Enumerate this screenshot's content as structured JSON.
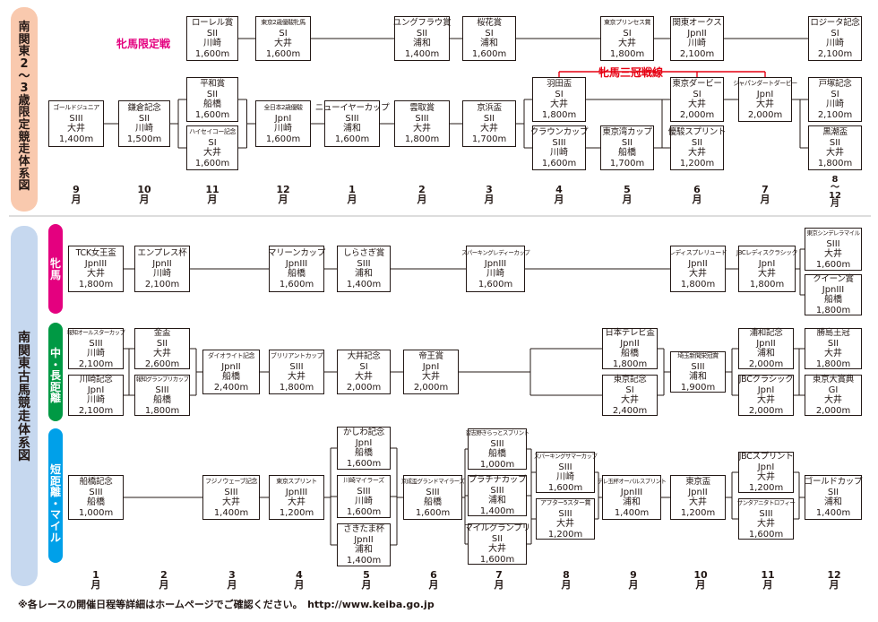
{
  "titles": {
    "upper": "南関東2～3歳限定競走体系図",
    "lower": "南関東古馬競走体系図"
  },
  "colors": {
    "upper_bar": "#f9c9ae",
    "lower_bar": "#c6d8ef",
    "hinba": "#e4007f",
    "chucho": "#009944",
    "tankyori": "#00a0e9",
    "red_note": "#e60012"
  },
  "notes": {
    "hinba_limited": "牝馬限定戦",
    "triple_crown": "牝馬三冠戦線"
  },
  "categories": {
    "hinba": "牝馬",
    "chucho": "中・長距離",
    "tankyori": "短距離・マイル"
  },
  "months_upper": [
    "9月",
    "10月",
    "11月",
    "12月",
    "1月",
    "2月",
    "3月",
    "4月",
    "5月",
    "6月",
    "7月",
    "8～12月"
  ],
  "months_lower": [
    "1月",
    "2月",
    "3月",
    "4月",
    "5月",
    "6月",
    "7月",
    "8月",
    "9月",
    "10月",
    "11月",
    "12月"
  ],
  "footer": "※各レースの開催日程等詳細はホームページでご確認ください。　http://www.keiba.go.jp",
  "races": {
    "laurel": {
      "name": "ローレル賞",
      "grade": "SII",
      "venue": "川崎",
      "dist": "1,600m"
    },
    "tokyo2sai": {
      "name": "東京2歳優駿牝馬",
      "grade": "SI",
      "venue": "大井",
      "dist": "1,600m"
    },
    "jungfrau": {
      "name": "ユングフラウ賞",
      "grade": "SII",
      "venue": "浦和",
      "dist": "1,400m"
    },
    "sakurahana": {
      "name": "桜花賞",
      "grade": "SI",
      "venue": "浦和",
      "dist": "1,600m"
    },
    "tokyoprincess": {
      "name": "東京プリンセス賞",
      "grade": "SI",
      "venue": "大井",
      "dist": "1,800m"
    },
    "kantooaks": {
      "name": "関東オークス",
      "grade": "JpnII",
      "venue": "川崎",
      "dist": "2,100m"
    },
    "rosita": {
      "name": "ロジータ記念",
      "grade": "SI",
      "venue": "川崎",
      "dist": "2,100m"
    },
    "goldjunior": {
      "name": "ゴールドジュニア",
      "grade": "SIII",
      "venue": "大井",
      "dist": "1,400m"
    },
    "kamakura": {
      "name": "鎌倉記念",
      "grade": "SII",
      "venue": "川崎",
      "dist": "1,500m"
    },
    "heiwa": {
      "name": "平和賞",
      "grade": "SII",
      "venue": "船橋",
      "dist": "1,600m"
    },
    "haiseiko": {
      "name": "ハイセイコー記念",
      "grade": "SI",
      "venue": "大井",
      "dist": "1,600m"
    },
    "zennihon2sai": {
      "name": "全日本2歳優駿",
      "grade": "JpnI",
      "venue": "川崎",
      "dist": "1,600m"
    },
    "newyear": {
      "name": "ニューイヤーカップ",
      "grade": "SIII",
      "venue": "浦和",
      "dist": "1,600m"
    },
    "unryu": {
      "name": "雲取賞",
      "grade": "SIII",
      "venue": "大井",
      "dist": "1,800m"
    },
    "keihin": {
      "name": "京浜盃",
      "grade": "SII",
      "venue": "大井",
      "dist": "1,700m"
    },
    "haneda": {
      "name": "羽田盃",
      "grade": "SI",
      "venue": "大井",
      "dist": "1,800m"
    },
    "crowncup": {
      "name": "クラウンカップ",
      "grade": "SIII",
      "venue": "川崎",
      "dist": "1,600m"
    },
    "tokyowan": {
      "name": "東京湾カップ",
      "grade": "SII",
      "venue": "船橋",
      "dist": "1,700m"
    },
    "tokyoderby": {
      "name": "東京ダービー",
      "grade": "SI",
      "venue": "大井",
      "dist": "2,000m"
    },
    "yushunsprint": {
      "name": "優駿スプリント",
      "grade": "SII",
      "venue": "大井",
      "dist": "1,200m"
    },
    "japandirtderby": {
      "name": "ジャパンダートダービー",
      "grade": "JpnI",
      "venue": "大井",
      "dist": "2,000m"
    },
    "tozuka": {
      "name": "戸塚記念",
      "grade": "SI",
      "venue": "川崎",
      "dist": "2,100m"
    },
    "kuroshio": {
      "name": "黒潮盃",
      "grade": "SII",
      "venue": "大井",
      "dist": "1,800m"
    },
    "tck": {
      "name": "TCK女王盃",
      "grade": "JpnIII",
      "venue": "大井",
      "dist": "1,800m"
    },
    "empress": {
      "name": "エンプレス杯",
      "grade": "JpnII",
      "venue": "川崎",
      "dist": "2,100m"
    },
    "marine": {
      "name": "マリーンカップ",
      "grade": "JpnIII",
      "venue": "船橋",
      "dist": "1,600m"
    },
    "shirasagi": {
      "name": "しらさぎ賞",
      "grade": "SIII",
      "venue": "浦和",
      "dist": "1,400m"
    },
    "sparkinglady": {
      "name": "スパーキングレディーカップ",
      "grade": "JpnIII",
      "venue": "川崎",
      "dist": "1,600m"
    },
    "ladiesprelude": {
      "name": "レディスプレリュード",
      "grade": "JpnII",
      "venue": "大井",
      "dist": "1,800m"
    },
    "jbcladies": {
      "name": "JBCレディスクラシック",
      "grade": "JpnI",
      "venue": "大井",
      "dist": "1,800m"
    },
    "cinderella": {
      "name": "東京シンデレラマイル",
      "grade": "SIII",
      "venue": "大井",
      "dist": "1,600m"
    },
    "queen": {
      "name": "クイーン賞",
      "grade": "JpnIII",
      "venue": "船橋",
      "dist": "1,800m"
    },
    "hochiallstar": {
      "name": "報知オールスターカップ",
      "grade": "SIII",
      "venue": "川崎",
      "dist": "2,100m"
    },
    "kawasakikinen": {
      "name": "川崎記念",
      "grade": "JpnI",
      "venue": "川崎",
      "dist": "2,100m"
    },
    "kinhai": {
      "name": "金盃",
      "grade": "SII",
      "venue": "大井",
      "dist": "2,600m"
    },
    "hochigp": {
      "name": "報知グランプリカップ",
      "grade": "SIII",
      "venue": "船橋",
      "dist": "1,800m"
    },
    "dialite": {
      "name": "ダイオライト記念",
      "grade": "JpnII",
      "venue": "船橋",
      "dist": "2,400m"
    },
    "brilliant": {
      "name": "ブリリアントカップ",
      "grade": "SIII",
      "venue": "大井",
      "dist": "1,800m"
    },
    "ooikinen": {
      "name": "大井記念",
      "grade": "SI",
      "venue": "大井",
      "dist": "2,000m"
    },
    "teiosho": {
      "name": "帝王賞",
      "grade": "JpnI",
      "venue": "大井",
      "dist": "2,000m"
    },
    "nihontv": {
      "name": "日本テレビ盃",
      "grade": "JpnII",
      "venue": "船橋",
      "dist": "1,800m"
    },
    "tokyokinen": {
      "name": "東京記念",
      "grade": "SI",
      "venue": "大井",
      "dist": "2,400m"
    },
    "saitamashinbun": {
      "name": "埼玉新聞栄冠賞",
      "grade": "SIII",
      "venue": "浦和",
      "dist": "1,900m"
    },
    "urawakinen": {
      "name": "浦和記念",
      "grade": "JpnII",
      "venue": "浦和",
      "dist": "2,000m"
    },
    "jbcclassic": {
      "name": "JBCクラシック",
      "grade": "JpnI",
      "venue": "大井",
      "dist": "2,000m"
    },
    "shoryuoukan": {
      "name": "勝島王冠",
      "grade": "SII",
      "venue": "大井",
      "dist": "1,800m"
    },
    "tokyodaishoten": {
      "name": "東京大賞典",
      "grade": "GI",
      "venue": "大井",
      "dist": "2,000m"
    },
    "funabashikinen": {
      "name": "船橋記念",
      "grade": "SIII",
      "venue": "船橋",
      "dist": "1,000m"
    },
    "fujinowave": {
      "name": "フジノウェーブ記念",
      "grade": "SIII",
      "venue": "大井",
      "dist": "1,400m"
    },
    "tokyosprint": {
      "name": "東京スプリント",
      "grade": "JpnIII",
      "venue": "大井",
      "dist": "1,200m"
    },
    "kashiwa": {
      "name": "かしわ記念",
      "grade": "JpnI",
      "venue": "船橋",
      "dist": "1,600m"
    },
    "kawasakimilers": {
      "name": "川崎マイラーズ",
      "grade": "SIII",
      "venue": "川崎",
      "dist": "1,600m"
    },
    "sakitama": {
      "name": "さきたま杯",
      "grade": "JpnII",
      "venue": "浦和",
      "dist": "1,400m"
    },
    "keiseigrandmilers": {
      "name": "京成盃グランドマイラーズ",
      "grade": "SIII",
      "venue": "船橋",
      "dist": "1,600m"
    },
    "miyanomorisprint": {
      "name": "習志野きらっとスプリント",
      "grade": "SIII",
      "venue": "船橋",
      "dist": "1,000m"
    },
    "platinacup": {
      "name": "プラチナカップ",
      "grade": "SIII",
      "venue": "浦和",
      "dist": "1,400m"
    },
    "milegp": {
      "name": "マイルグランプリ",
      "grade": "SII",
      "venue": "大井",
      "dist": "1,600m"
    },
    "sparkingsummer": {
      "name": "スパーキングサマーカップ",
      "grade": "SIII",
      "venue": "川崎",
      "dist": "1,600m"
    },
    "after5": {
      "name": "アフター5スター賞",
      "grade": "SIII",
      "venue": "大井",
      "dist": "1,200m"
    },
    "teretama": {
      "name": "テレ玉杯オーバルスプリント",
      "grade": "JpnIII",
      "venue": "浦和",
      "dist": "1,400m"
    },
    "tokyohai": {
      "name": "東京盃",
      "grade": "JpnII",
      "venue": "大井",
      "dist": "1,200m"
    },
    "jbcsprint": {
      "name": "JBCスプリント",
      "grade": "JpnI",
      "venue": "大井",
      "dist": "1,200m"
    },
    "santaanita": {
      "name": "サンタアニタトロフィー",
      "grade": "SIII",
      "venue": "大井",
      "dist": "1,600m"
    },
    "goldcup": {
      "name": "ゴールドカップ",
      "grade": "SII",
      "venue": "浦和",
      "dist": "1,400m"
    }
  }
}
